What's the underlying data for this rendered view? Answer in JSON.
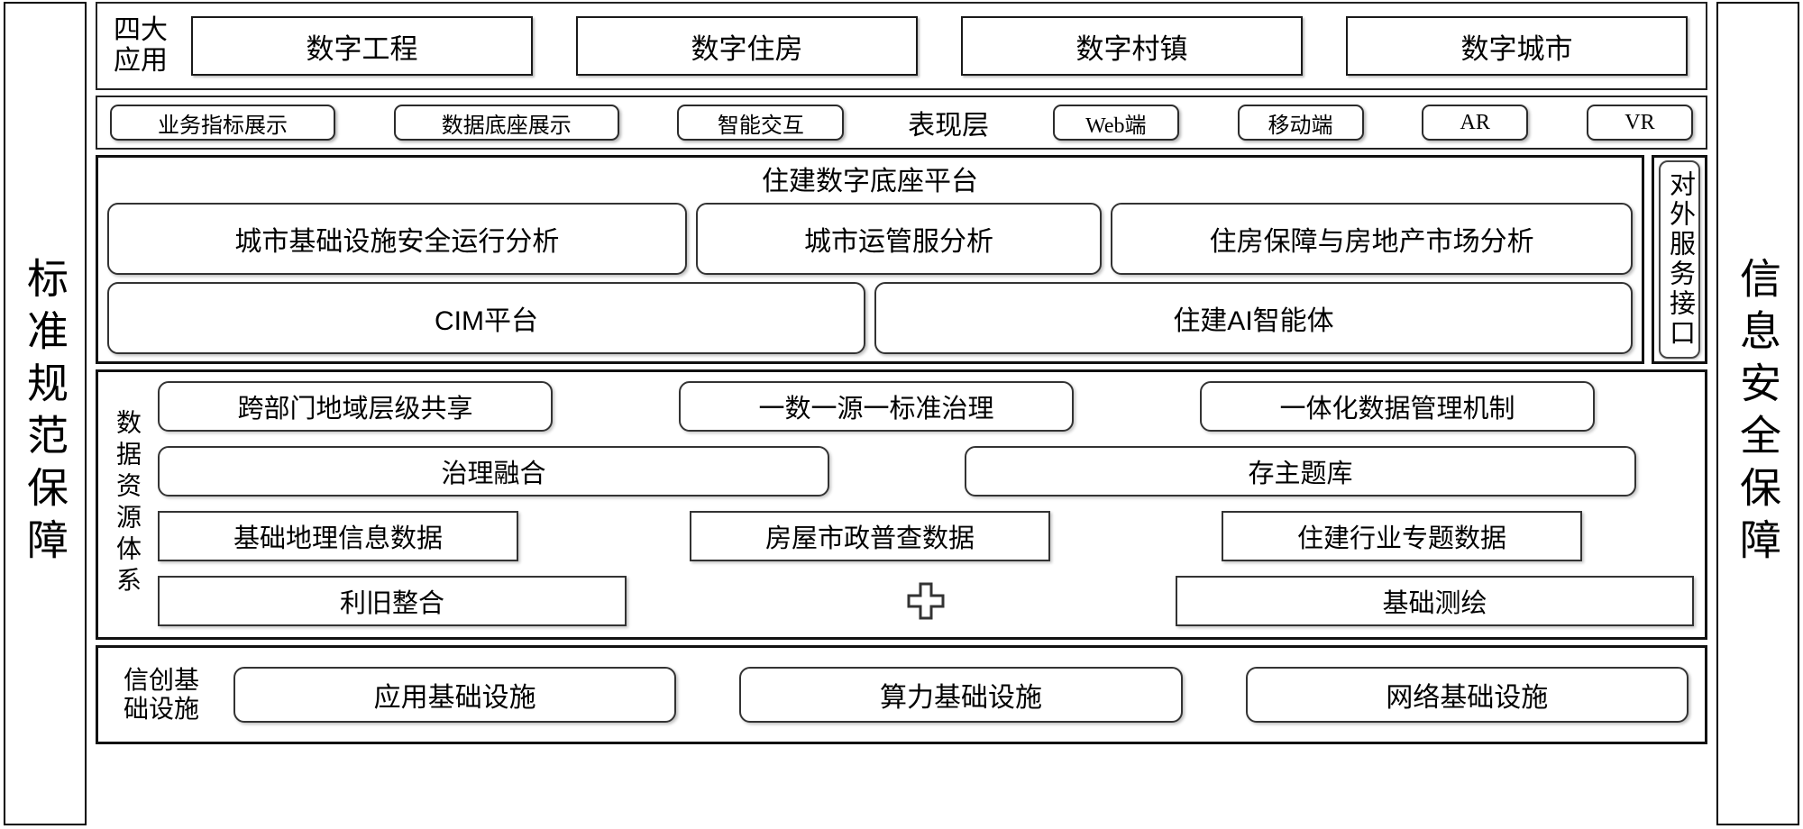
{
  "left_pillar": {
    "label": "标准规范保障"
  },
  "right_pillar": {
    "label": "信息安全保障"
  },
  "applications": {
    "label": "四大\n应用",
    "items": [
      {
        "label": "数字工程"
      },
      {
        "label": "数字住房"
      },
      {
        "label": "数字村镇"
      },
      {
        "label": "数字城市"
      }
    ]
  },
  "presentation": {
    "title": "表现层",
    "left_items": [
      {
        "label": "业务指标展示"
      },
      {
        "label": "数据底座展示"
      },
      {
        "label": "智能交互"
      }
    ],
    "right_items": [
      {
        "label": "Web端"
      },
      {
        "label": "移动端"
      },
      {
        "label": "AR"
      },
      {
        "label": "VR"
      }
    ]
  },
  "platform": {
    "title": "住建数字底座平台",
    "analysis_row": [
      {
        "label": "城市基础设施安全运行分析"
      },
      {
        "label": "城市运管服分析"
      },
      {
        "label": "住房保障与房地产市场分析"
      }
    ],
    "engine_row": [
      {
        "label": "CIM平台"
      },
      {
        "label": "住建AI智能体"
      }
    ],
    "service_port": {
      "label": "对外服务接口"
    }
  },
  "data_resource": {
    "label": "数据资源体系",
    "row1": [
      {
        "label": "跨部门地域层级共享"
      },
      {
        "label": "一数一源一标准治理"
      },
      {
        "label": "一体化数据管理机制"
      }
    ],
    "row2": [
      {
        "label": "治理融合"
      },
      {
        "label": "存主题库"
      }
    ],
    "row3": [
      {
        "label": "基础地理信息数据"
      },
      {
        "label": "房屋市政普查数据"
      },
      {
        "label": "住建行业专题数据"
      }
    ],
    "row4": [
      {
        "label": "利旧整合"
      },
      {
        "label": "基础测绘"
      }
    ],
    "plus_icon": "plus-cross-icon"
  },
  "infrastructure": {
    "label": "信创基\n础设施",
    "items": [
      {
        "label": "应用基础设施"
      },
      {
        "label": "算力基础设施"
      },
      {
        "label": "网络基础设施"
      }
    ]
  },
  "colors": {
    "border": "#222222",
    "background": "#ffffff",
    "text": "#000000"
  }
}
